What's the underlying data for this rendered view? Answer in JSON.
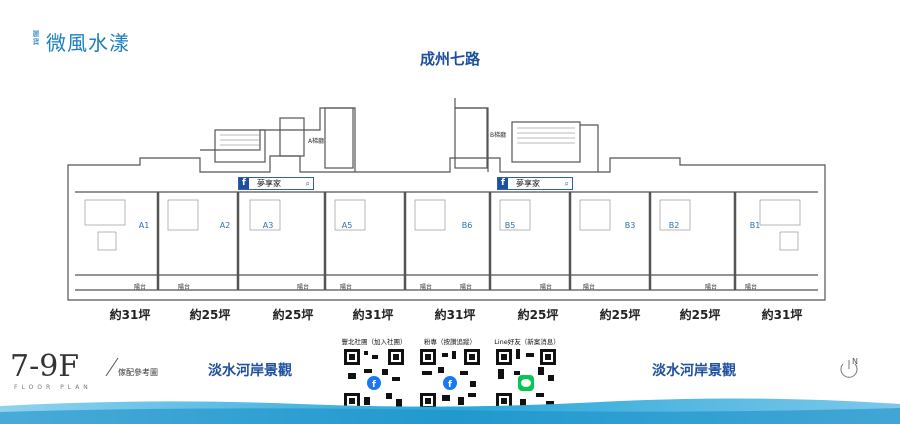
{
  "brand": {
    "small": "麗寶",
    "name": "微風水漾"
  },
  "road_label": "成州七路",
  "floor": {
    "label": "7-9F",
    "sub": "傢配參考圖",
    "en": "FLOOR PLAN"
  },
  "fan_banners": [
    {
      "icon": "f",
      "text": "夢享家"
    },
    {
      "icon": "f",
      "text": "夢享家"
    }
  ],
  "stair_labels": [
    "A梯廳",
    "B梯廳"
  ],
  "units": [
    "A1",
    "A2",
    "A3",
    "A5",
    "B6",
    "B5",
    "B3",
    "B2",
    "B1"
  ],
  "balcony_label": "陽台",
  "areas": [
    "約31坪",
    "約25坪",
    "約25坪",
    "約31坪",
    "約31坪",
    "約25坪",
    "約25坪",
    "約25坪",
    "約31坪"
  ],
  "views": [
    "淡水河岸景觀",
    "淡水河岸景觀"
  ],
  "qr_codes": [
    {
      "title": "豐北社團（加入社團）",
      "icon": "facebook-icon"
    },
    {
      "title": "粉專（按讚追蹤）",
      "icon": "facebook-icon"
    },
    {
      "title": "Line好友（新案消息）",
      "icon": "line-icon"
    }
  ],
  "compass": "N",
  "colors": {
    "brand": "#1c7fbf",
    "road": "#1f4fa0",
    "wave": "#2aa7d8"
  }
}
